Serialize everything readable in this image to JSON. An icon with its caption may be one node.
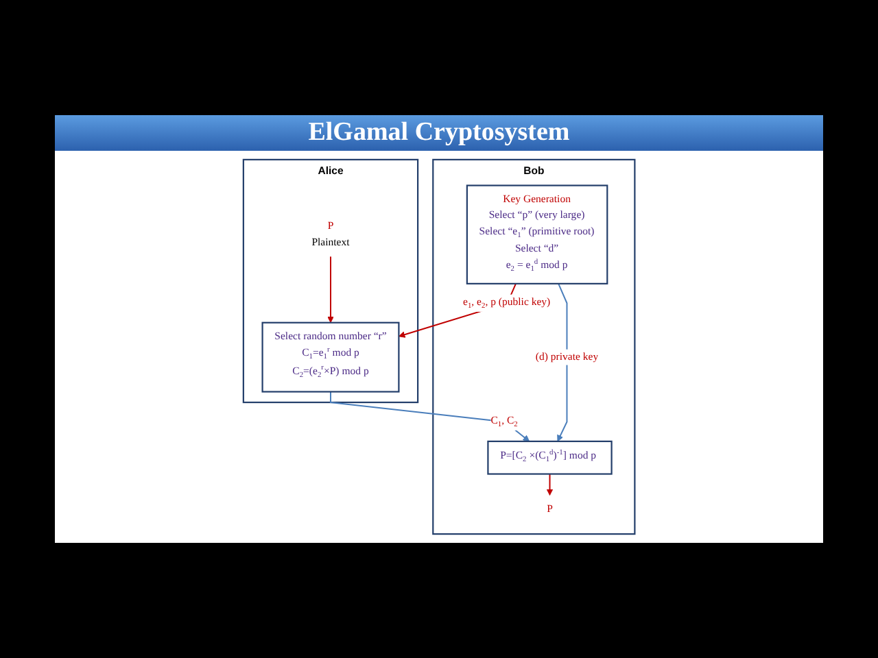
{
  "diagram": {
    "title": "ElGamal Cryptosystem",
    "nodes": [
      {
        "text": [
          "Alice"
        ]
      },
      {
        "text": [
          "P",
          "Plaintext"
        ],
        "in": 0
      },
      {
        "text": [
          "Select random number “r”",
          "C$_{1}$=e$_{1}$$^{r}$ mod p",
          "C$_{2}$=(e$_{2}$$^{r}$×P) mod p"
        ],
        "in": 0
      },
      {
        "text": [
          "Bob"
        ]
      },
      {
        "text": [
          "Key Generation",
          "Select “p” (very large)",
          "Select “e$_{1}$” (primitive root)",
          "Select “d”",
          "e$_{2}$ = e$_{1}$$^{d}$ mod p"
        ],
        "in": 3
      },
      {
        "text": [
          "P=[C$_{2}$ ×(C$_{1}$$^{d}$)$^{-1}$] mod p"
        ],
        "in": 3
      },
      {
        "text": [
          "P"
        ],
        "in": 3
      }
    ],
    "edges": [
      {
        "from": 4,
        "to": 2,
        "arrow": "to",
        "label": "e$_{1}$, e$_{2}$, p (public key)"
      },
      {
        "from": 1,
        "to": 2,
        "arrow": "to"
      },
      {
        "from": 2,
        "to": 5,
        "arrow": "to",
        "label": "C$_{1}$, C$_{2}$",
        "color": "#4a7ebb"
      },
      {
        "from": 4,
        "to": 5,
        "arrow": "to",
        "label": "(d) private key",
        "color": "#4a7ebb"
      },
      {
        "from": 5,
        "to": 6,
        "arrow": "to"
      }
    ]
  }
}
